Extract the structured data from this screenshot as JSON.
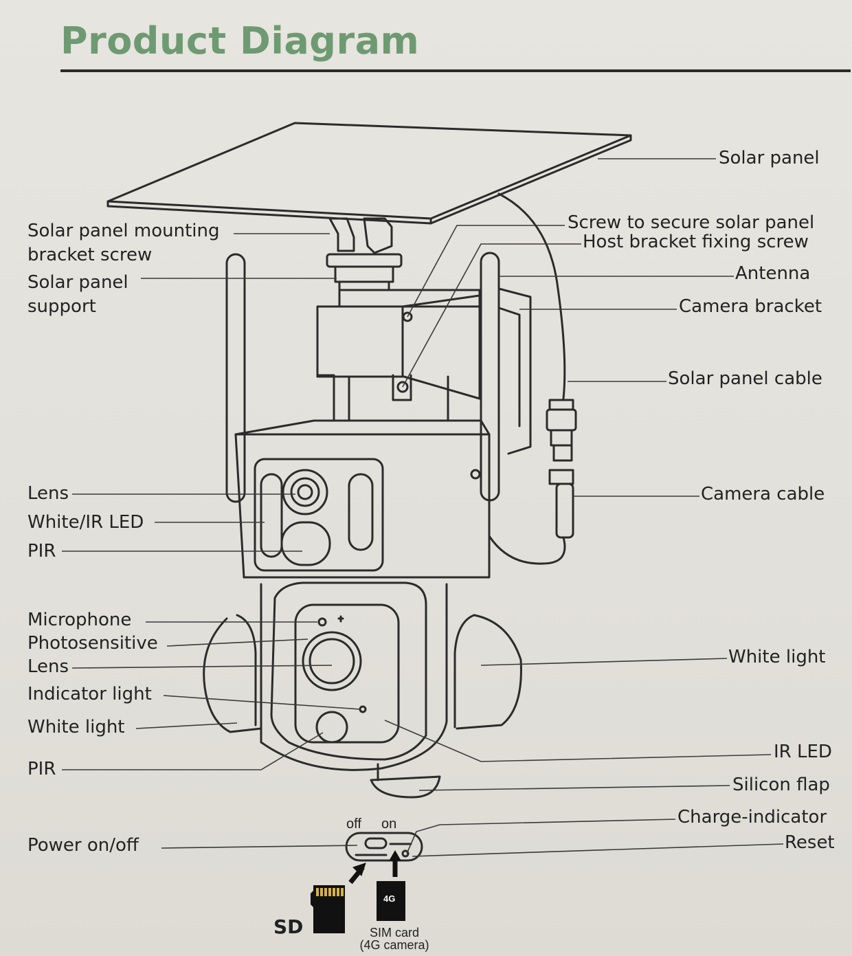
{
  "title": "Product Diagram",
  "labels": {
    "solar_panel": "Solar panel",
    "solar_panel_mounting_bracket_screw_1": "Solar panel mounting",
    "solar_panel_mounting_bracket_screw_2": "bracket screw",
    "screw_secure_solar_panel": "Screw to secure solar panel",
    "host_bracket_fixing_screw": "Host bracket fixing screw",
    "solar_panel_support_1": "Solar panel",
    "solar_panel_support_2": "support",
    "antenna": "Antenna",
    "camera_bracket": "Camera bracket",
    "solar_panel_cable": "Solar panel cable",
    "lens_top": "Lens",
    "white_ir_led": "White/IR LED",
    "pir_top": "PIR",
    "camera_cable": "Camera cable",
    "microphone": "Microphone",
    "photosensitive": "Photosensitive",
    "lens_bottom": "Lens",
    "indicator_light": "Indicator light",
    "white_light_left": "White light",
    "pir_bottom": "PIR",
    "white_light_right": "White light",
    "ir_led": "IR LED",
    "silicon_flap": "Silicon flap",
    "charge_indicator": "Charge-indicator",
    "reset": "Reset",
    "power_on_off": "Power on/off"
  },
  "switch": {
    "off": "off",
    "on": "on"
  },
  "cards": {
    "sd": "SD",
    "sim_chip": "4G",
    "sim_caption_1": "SIM card",
    "sim_caption_2": "(4G camera)"
  }
}
